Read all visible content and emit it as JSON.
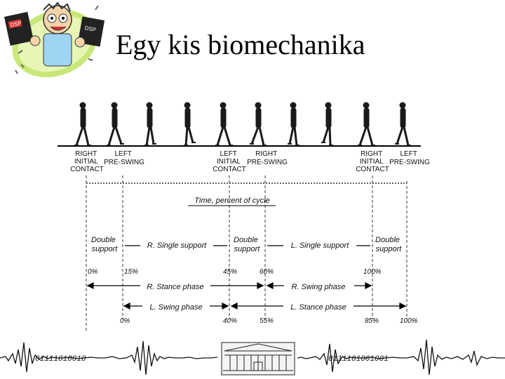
{
  "slide": {
    "title": "Egy kis biomechanika"
  },
  "logo": {
    "book_label_1": "DSP",
    "book_label_2": "DSP"
  },
  "events": [
    {
      "lines": [
        "RIGHT",
        "INITIAL",
        "CONTACT"
      ]
    },
    {
      "lines": [
        "LEFT",
        "PRE-SWING"
      ]
    },
    {
      "lines": [
        "LEFT",
        "INITIAL",
        "CONTACT"
      ]
    },
    {
      "lines": [
        "RIGHT",
        "PRE-SWING"
      ]
    },
    {
      "lines": [
        "RIGHT",
        "INITIAL",
        "CONTACT"
      ]
    },
    {
      "lines": [
        "LEFT",
        "PRE-SWING"
      ]
    }
  ],
  "time_label": "Time, percent of cycle",
  "support": {
    "double1": [
      "Double",
      "support"
    ],
    "single_r": "R. Single support",
    "double2": [
      "Double",
      "support"
    ],
    "single_l": "L. Single support",
    "double3": [
      "Double",
      "support"
    ]
  },
  "ticks_top": [
    "0%",
    "15%",
    "45%",
    "60%",
    "100%"
  ],
  "phases": {
    "r_stance": "R. Stance phase",
    "r_swing": "R. Swing phase",
    "l_swing": "L. Swing phase",
    "l_stance": "L. Stance phase"
  },
  "ticks_bottom": [
    "0%",
    "40%",
    "55%",
    "85%",
    "100%"
  ],
  "footer": {
    "binary_left": "01111010010",
    "binary_right": "0111101001001"
  }
}
